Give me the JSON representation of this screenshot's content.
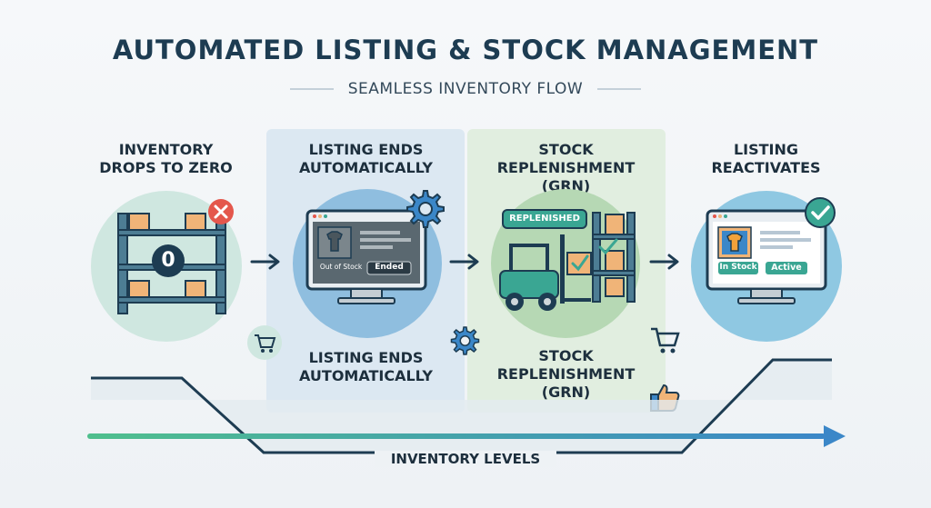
{
  "title": "AUTOMATED LISTING & STOCK MANAGEMENT",
  "subtitle": "SEAMLESS INVENTORY FLOW",
  "steps": [
    {
      "label_line1": "INVENTORY",
      "label_line2": "DROPS TO ZERO",
      "count": "0",
      "status_icon": "error-x-icon"
    },
    {
      "label_line1": "LISTING ENDS",
      "label_line2": "AUTOMATICALLY",
      "lower_line1": "LISTING ENDS",
      "lower_line2": "AUTOMATICALLY",
      "tag_stock": "Out of Stock",
      "tag_status": "Ended"
    },
    {
      "label_line1": "STOCK",
      "label_line2": "REPLENISHMENT (GRN)",
      "lower_line1": "STOCK",
      "lower_line2": "REPLENISHMENT",
      "lower_line3": "(GRN)",
      "bubble": "REPLENISHED"
    },
    {
      "label_line1": "LISTING",
      "label_line2": "REACTIVATES",
      "tag_stock": "In Stock",
      "tag_status": "Active",
      "status_icon": "check-icon"
    }
  ],
  "timeline_label": "INVENTORY LEVELS",
  "colors": {
    "teal": "#3aa693",
    "blue": "#3b87c8",
    "navy": "#1d3c52",
    "panel_blue": "#dde9f3",
    "panel_green": "#e2efe1"
  }
}
